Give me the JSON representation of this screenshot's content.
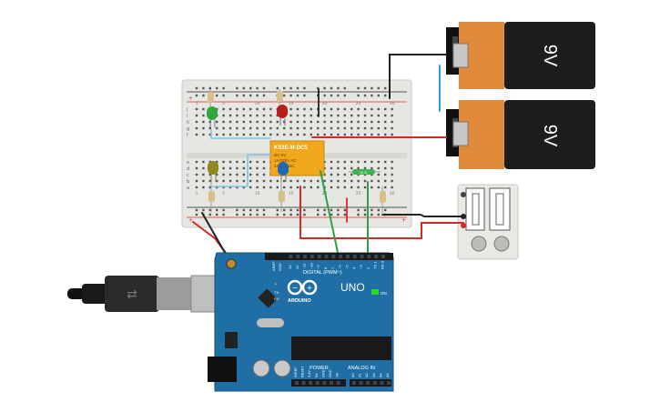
{
  "colors": {
    "board_blue": "#1f6fa6",
    "breadboard": "#e6e6e2",
    "wire_red": "#d62a2a",
    "wire_green": "#2ea043",
    "wire_blue": "#2f9fd6",
    "wire_black": "#222222",
    "relay": "#f2a81d",
    "battery_orange": "#e08a3c",
    "battery_black": "#1d1d1d",
    "led_green": "#2fa83a",
    "led_red": "#b81d1d",
    "led_yellow": "#8e8a1c",
    "led_blue": "#1e6ab0"
  },
  "battery_top": {
    "label": "9V"
  },
  "battery_bottom": {
    "label": "9V"
  },
  "relay": {
    "model": "KS2E-M-DC5",
    "line1": "DC 5V",
    "line2": "1A/125V AC",
    "line3": "2A/30V DC"
  },
  "resistor_label": "1K Ω",
  "arduino": {
    "logo": "ARDUINO",
    "model": "UNO",
    "digital_label": "DIGITAL (PWM~)",
    "power_label": "POWER",
    "analog_label": "ANALOG IN",
    "on_label": "ON",
    "tx_label": "TX",
    "rx_label": "RX",
    "l_label": "L",
    "aref": "AREF",
    "gnd": "GND",
    "digital_pins": [
      "13",
      "12",
      "~11",
      "~10",
      "~9",
      "8",
      "7",
      "~6",
      "~5",
      "4",
      "~3",
      "2",
      "TX 1",
      "RX 0"
    ],
    "power_pins": [
      "IOREF",
      "RESET",
      "3.3V",
      "5V",
      "GND",
      "GND",
      "Vin"
    ],
    "analog_pins": [
      "A0",
      "A1",
      "A2",
      "A3",
      "A4",
      "A5"
    ]
  },
  "breadboard": {
    "row_letters_top": [
      "j",
      "i",
      "h",
      "g",
      "f"
    ],
    "row_letters_bottom": [
      "e",
      "d",
      "c",
      "b",
      "a"
    ],
    "column_numbers": [
      "1",
      "5",
      "10",
      "15",
      "20",
      "25",
      "30"
    ]
  }
}
